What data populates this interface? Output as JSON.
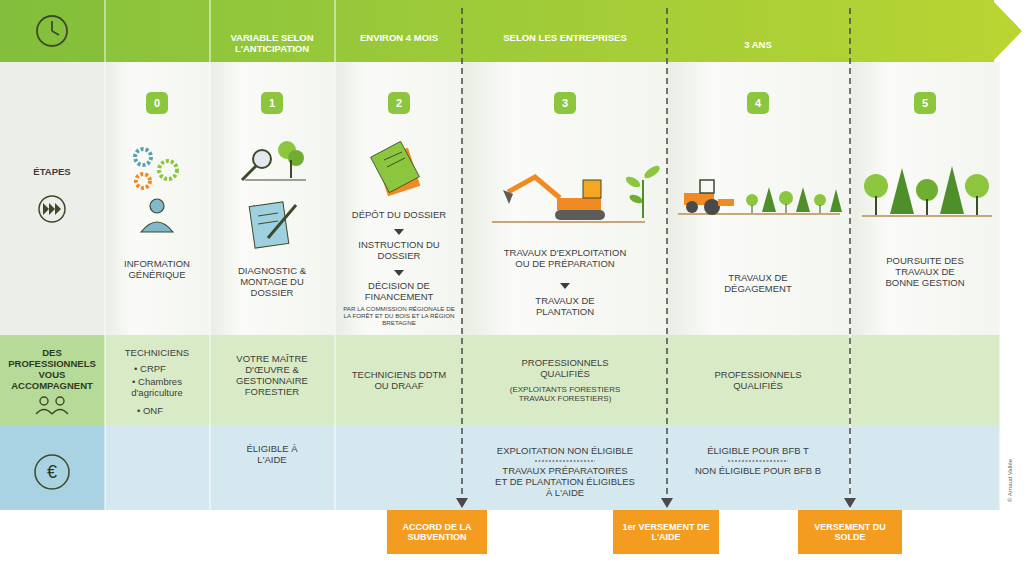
{
  "diagram": {
    "nodes": [
      {
        "text": [
          "0"
        ]
      },
      {
        "text": [
          "1"
        ]
      },
      {
        "text": [
          "2"
        ]
      },
      {
        "text": [
          "3"
        ]
      },
      {
        "text": [
          "4"
        ]
      },
      {
        "text": [
          "5"
        ]
      },
      {
        "text": [
          "ACCORD DE LA SUBVENTION"
        ]
      },
      {
        "text": [
          "1er VERSEMENT DE L'AIDE"
        ]
      },
      {
        "text": [
          "VERSEMENT DU SOLDE"
        ]
      }
    ],
    "labels": [
      "VARIABLE SELON L'ANTICIPATION",
      "ENVIRON 4 MOIS",
      "SELON LES ENTREPRISES",
      "3 ANS",
      "ÉTAPES",
      "DES PROFESSIONNELS VOUS ACCOMPAGNENT",
      "€",
      "INFORMATION GÉNÉRIQUE",
      "DIAGNOSTIC & MONTAGE DU DOSSIER",
      "DÉPÔT DU DOSSIER",
      "INSTRUCTION DU DOSSIER",
      "DÉCISION DE FINANCEMENT",
      "PAR LA COMMISSION RÉGIONALE DE LA FORÊT ET DU BOIS ET LA RÉGION BRETAGNE",
      "TRAVAUX D'EXPLOITATION OU DE PRÉPARATION",
      "TRAVAUX DE PLANTATION",
      "TRAVAUX DE DÉGAGEMENT",
      "POURSUITE DES TRAVAUX DE BONNE GESTION",
      "TECHNICIENS",
      "• CRPF",
      "• Chambres d'agriculture",
      "• ONF",
      "VOTRE MAÎTRE D'ŒUVRE & GESTIONNAIRE FORESTIER",
      "TECHNICIENS DDTM OU DRAAF",
      "PROFESSIONNELS QUALIFIÉS",
      "(EXPLOITANTS FORESTIERS TRAVAUX FORESTIERS)",
      "PROFESSIONNELS QUALIFIÉS",
      "ÉLIGIBLE À L'AIDE",
      "EXPLOITATION NON ÉLIGIBLE",
      "TRAVAUX PRÉPARATOIRES ET DE PLANTATION ÉLIGIBLES À L'AIDE",
      "ÉLIGIBLE POUR BFB T",
      "NON ÉLIGIBLE POUR BFB B",
      "© Arnaud Vallée"
    ]
  }
}
